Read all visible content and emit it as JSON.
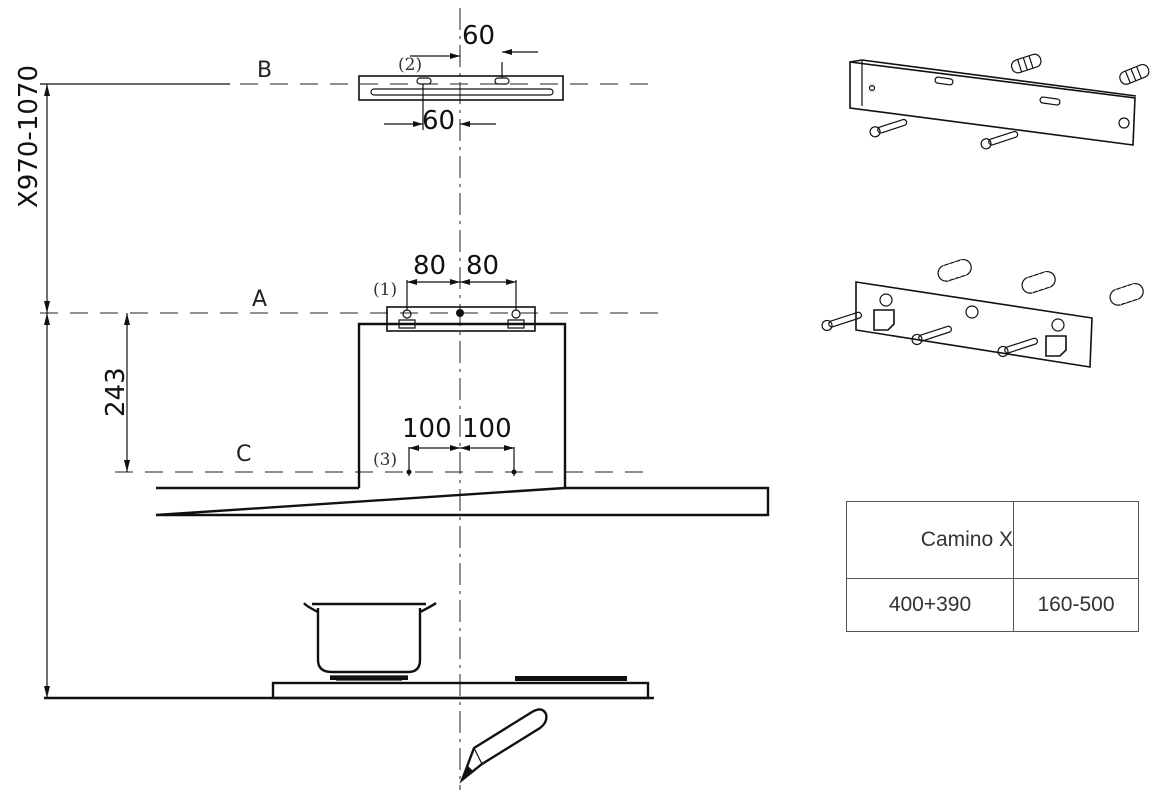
{
  "labels": {
    "line_b": "B",
    "line_a": "A",
    "line_c": "C",
    "ref_1": "(1)",
    "ref_2": "(2)",
    "ref_3": "(3)"
  },
  "dimensions": {
    "total_height": "X970-1070",
    "hood_height": "243",
    "top_bracket_upper": "60",
    "top_bracket_lower": "60",
    "mid_left": "80",
    "mid_right": "80",
    "low_left": "100",
    "low_right": "100"
  },
  "table": {
    "header_left": "Camino X",
    "header_right": "",
    "value_left": "400+390",
    "value_right": "160-500"
  }
}
